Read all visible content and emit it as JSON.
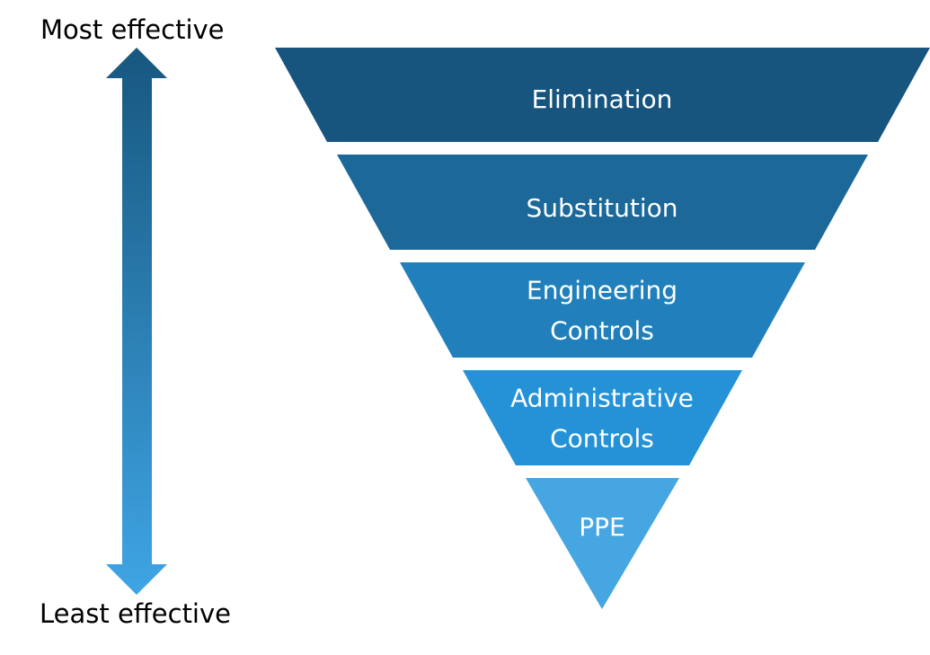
{
  "axis": {
    "top_label": "Most effective",
    "bottom_label": "Least effective",
    "gradient": {
      "top": "#17577f",
      "bottom": "#3fa5e4"
    }
  },
  "hierarchy": {
    "levels": [
      {
        "lines": [
          "Elimination"
        ],
        "color": "#17557e"
      },
      {
        "lines": [
          "Substitution"
        ],
        "color": "#1c6898"
      },
      {
        "lines": [
          "Engineering",
          "Controls"
        ],
        "color": "#2180bb"
      },
      {
        "lines": [
          "Administrative",
          "Controls"
        ],
        "color": "#2592d8"
      },
      {
        "lines": [
          "PPE"
        ],
        "color": "#45a6e1"
      }
    ]
  }
}
